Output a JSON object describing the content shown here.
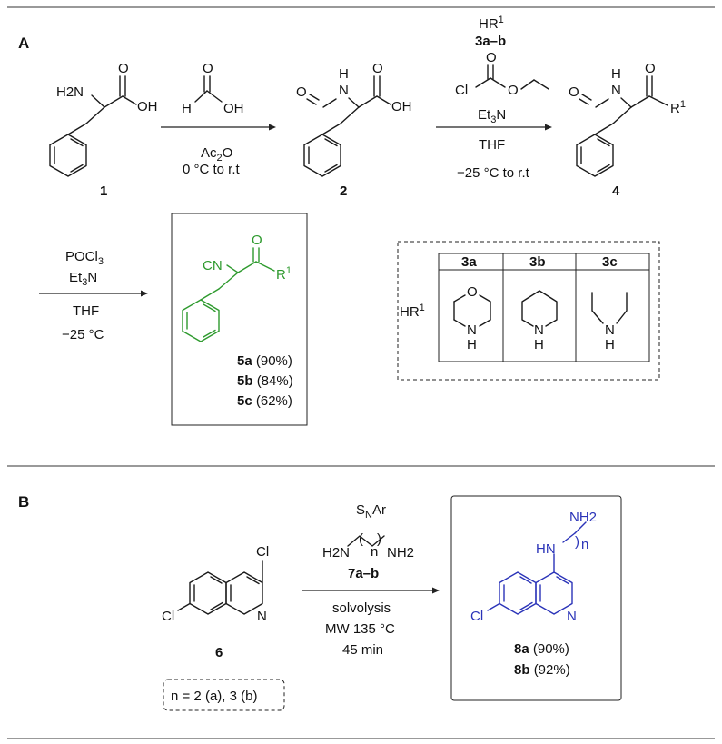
{
  "panels": {
    "a": "A",
    "b": "B"
  },
  "colors": {
    "product_a": "#2e9a2e",
    "product_b": "#2a33b8",
    "line": "#1a1a1a"
  },
  "compounds": {
    "c1": {
      "label": "1",
      "amine": "H2N",
      "acid": "OH",
      "carbonyl": "O"
    },
    "c2": {
      "label": "2",
      "nh": "N",
      "nh_h": "H",
      "formyl_o": "O",
      "acid": "OH",
      "carbonyl": "O"
    },
    "c4": {
      "label": "4",
      "nh": "N",
      "nh_h": "H",
      "formyl_o": "O",
      "r_group": "R",
      "r_sup": "1",
      "carbonyl": "O"
    },
    "c6": {
      "label": "6",
      "cl_top": "Cl",
      "cl_left": "Cl",
      "n": "N"
    }
  },
  "step1": {
    "reagent_formic_h": "H",
    "reagent_formic_o": "O",
    "reagent_formic_oh": "OH",
    "cond1_main": "Ac",
    "cond1_sub": "2",
    "cond1_end": "O",
    "cond2": "0 °C to  r.t"
  },
  "step2": {
    "hr_main": "HR",
    "hr_sup": "1",
    "amine_label": "3a–b",
    "chloroformate_cl": "Cl",
    "chloroformate_o1": "O",
    "chloroformate_o2": "O",
    "base_main": "Et",
    "base_sub": "3",
    "base_end": "N",
    "solvent": "THF",
    "temp": "−25 °C to r.t"
  },
  "step3": {
    "r1_main": "POCl",
    "r1_sub": "3",
    "r2_main": "Et",
    "r2_sub": "3",
    "r2_end": "N",
    "solvent": "THF",
    "temp": "−25 °C"
  },
  "product5": {
    "cn": "CN",
    "o": "O",
    "r": "R",
    "r_sup": "1",
    "yields": [
      {
        "label": "5a",
        "yield": "(90%)"
      },
      {
        "label": "5b",
        "yield": "(84%)"
      },
      {
        "label": "5c",
        "yield": "(62%)"
      }
    ]
  },
  "amine_table": {
    "row_label_main": "HR",
    "row_label_sup": "1",
    "headers": [
      "3a",
      "3b",
      "3c"
    ],
    "morpholine": {
      "o": "O",
      "n": "N",
      "h": "H"
    },
    "piperidine": {
      "n": "N",
      "h": "H"
    },
    "diethylamine": {
      "n": "N",
      "h": "H"
    }
  },
  "stepB": {
    "snar_main": "S",
    "snar_sub": "N",
    "snar_end": "Ar",
    "diamine_left": "H2N",
    "diamine_n": "n",
    "diamine_right": "NH2",
    "diamine_label": "7a–b",
    "cond1": "solvolysis",
    "cond2": "MW  135 °C",
    "cond3": "45 min",
    "n_note": "n = 2 (a), 3 (b)"
  },
  "product8": {
    "nh2": "NH2",
    "hn": "HN",
    "n_sub": "n",
    "cl": "Cl",
    "n_ring": "N",
    "yields": [
      {
        "label": "8a",
        "yield": "(90%)"
      },
      {
        "label": "8b",
        "yield": "(92%)"
      }
    ]
  }
}
